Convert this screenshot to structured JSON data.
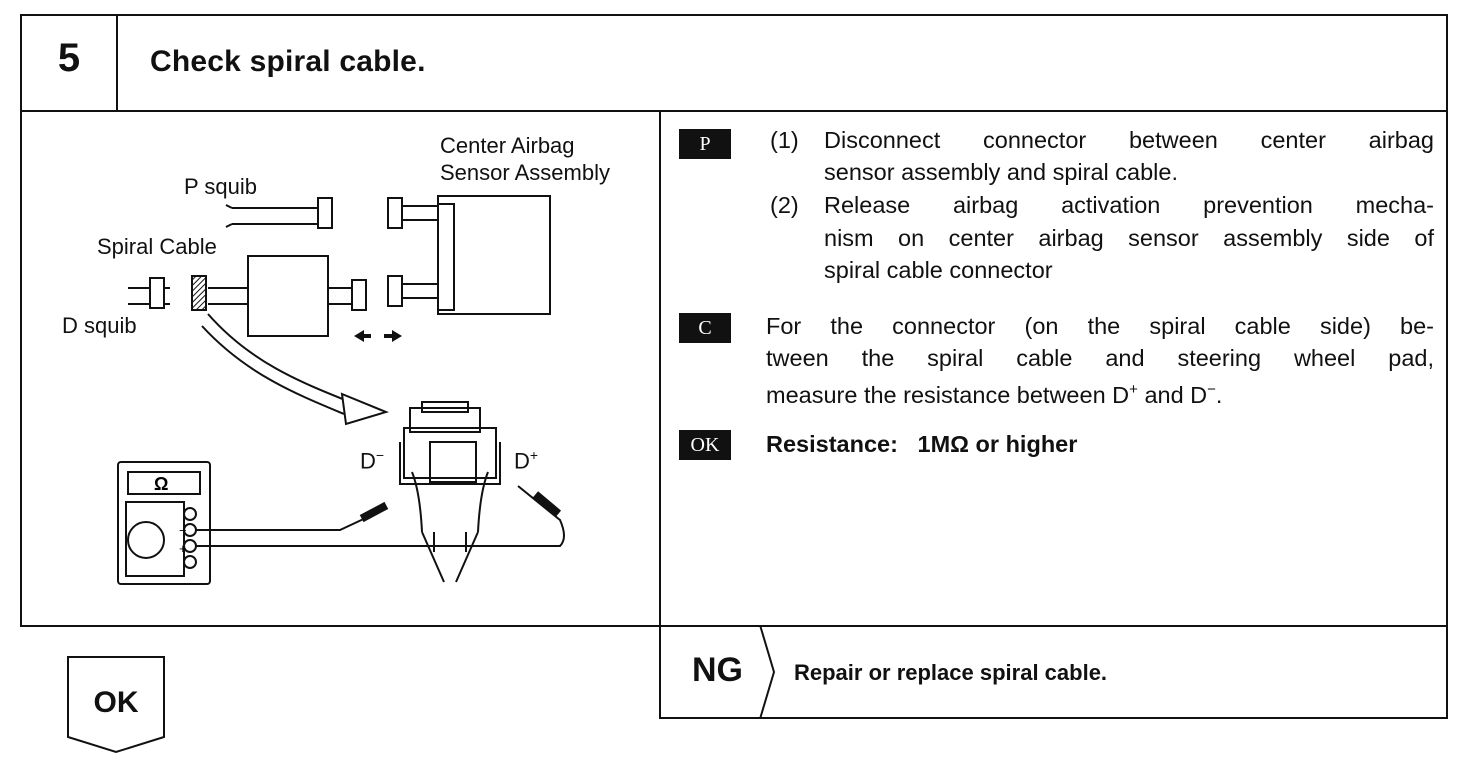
{
  "step": {
    "number": "5",
    "title": "Check spiral cable."
  },
  "diagram": {
    "labels": {
      "center_airbag_line1": "Center Airbag",
      "center_airbag_line2": "Sensor Assembly",
      "p_squib": "P squib",
      "spiral_cable": "Spiral Cable",
      "d_squib": "D squib",
      "d_minus": "D",
      "d_plus": "D",
      "ohm": "Ω"
    }
  },
  "instructions": {
    "prep_badge": "P",
    "prep_steps": [
      {
        "num": "(1)",
        "lines": [
          "Disconnect connector between center airbag",
          "sensor assembly and spiral cable."
        ]
      },
      {
        "num": "(2)",
        "lines": [
          "Release airbag activation prevention mecha-",
          "nism on center airbag sensor assembly side of",
          "spiral cable connector"
        ]
      }
    ],
    "check_badge": "C",
    "check_lines": [
      "For the connector (on the spiral cable side) be-",
      "tween the spiral cable and steering wheel pad,",
      "measure the resistance between D",
      "and D",
      "+",
      "−",
      "."
    ],
    "ok_badge": "OK",
    "ok_spec_label": "Resistance:",
    "ok_spec_value": "1MΩ or higher"
  },
  "results": {
    "ng_label": "NG",
    "ng_action": "Repair or replace spiral cable.",
    "ok_label": "OK"
  }
}
